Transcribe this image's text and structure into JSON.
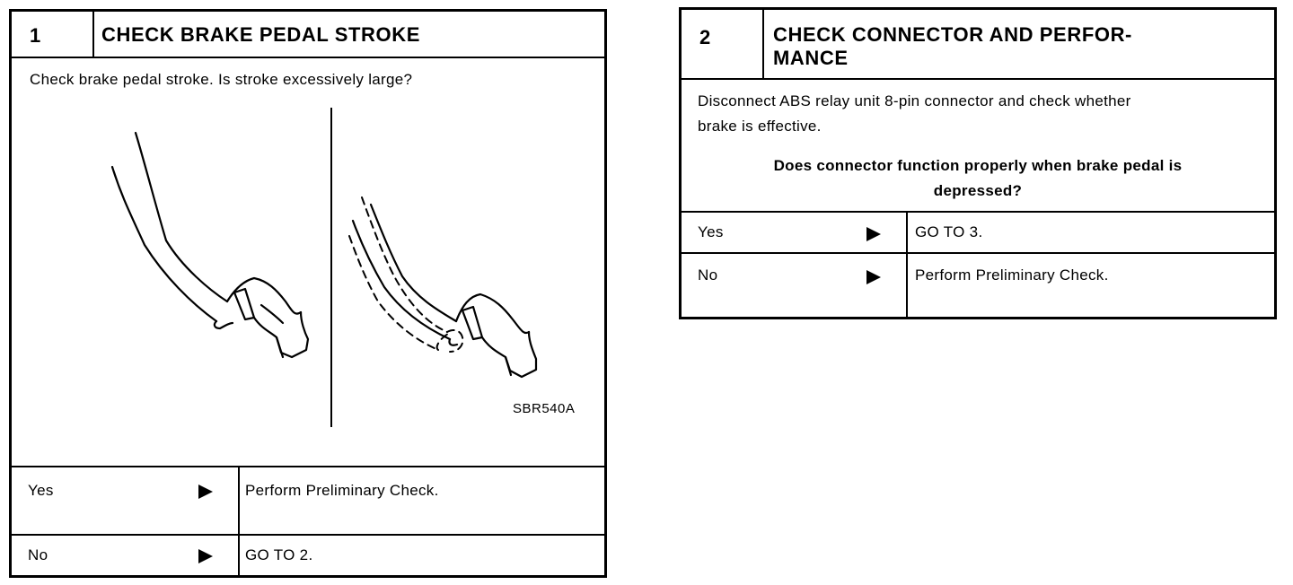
{
  "step1": {
    "number": "1",
    "title": "CHECK BRAKE PEDAL STROKE",
    "instruction": "Check brake pedal stroke. Is stroke excessively large?",
    "figure_code": "SBR540A",
    "yes_label": "Yes",
    "yes_action": "Perform Preliminary Check.",
    "no_label": "No",
    "no_action": "GO TO 2."
  },
  "step2": {
    "number": "2",
    "title_line1": "CHECK CONNECTOR AND PERFOR-",
    "title_line2": "MANCE",
    "instruction_line1": "Disconnect ABS relay unit 8-pin connector and check whether",
    "instruction_line2": "brake is effective.",
    "question_line1": "Does connector function properly when brake pedal is",
    "question_line2": "depressed?",
    "yes_label": "Yes",
    "yes_action": "GO TO 3.",
    "no_label": "No",
    "no_action": "Perform Preliminary Check."
  }
}
